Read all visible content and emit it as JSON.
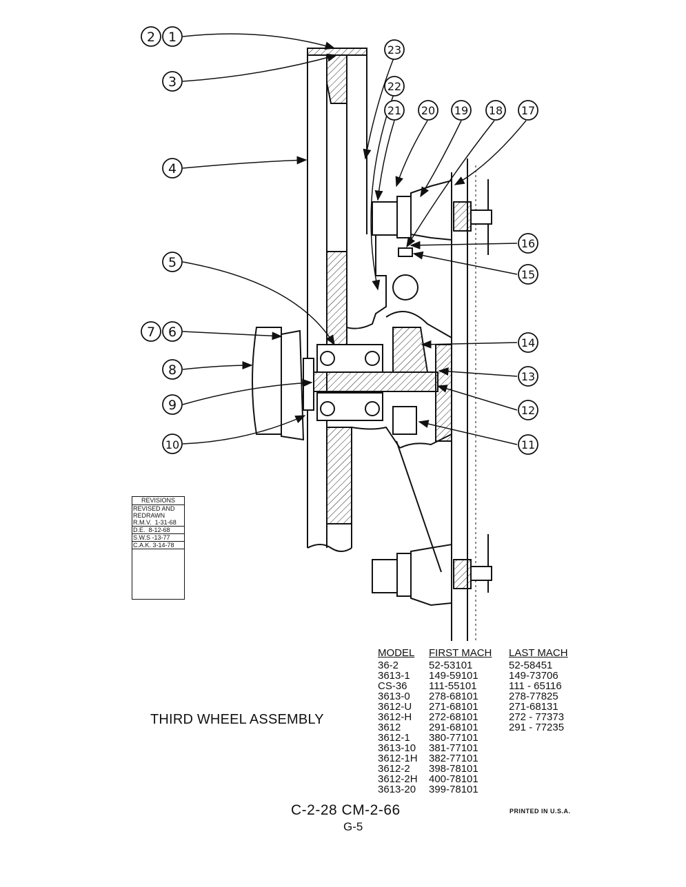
{
  "callouts": [
    "1",
    "2",
    "3",
    "4",
    "5",
    "6",
    "7",
    "8",
    "9",
    "10",
    "11",
    "12",
    "13",
    "14",
    "15",
    "16",
    "17",
    "18",
    "19",
    "20",
    "21",
    "22",
    "23"
  ],
  "revisions": {
    "header": "REVISIONS",
    "rows": [
      "REVISED AND\nREDRAWN\nR.M.V.  1-31-68",
      "D.E.  8-12-68",
      "S.W.S -13-77",
      "C.A.K. 3-14-78"
    ]
  },
  "title": "THIRD WHEEL ASSEMBLY",
  "models_table": {
    "headers": [
      "MODEL",
      "FIRST MACH",
      "LAST MACH"
    ],
    "model": [
      "36-2",
      "3613-1",
      "CS-36",
      "3613-0",
      "3612-U",
      "3612-H",
      "3612",
      "3612-1",
      "3613-10",
      "3612-1H",
      "3612-2",
      "3612-2H",
      "3613-20"
    ],
    "first_mach": [
      "52-53101",
      "149-59101",
      "111-55101",
      "278-68101",
      "271-68101",
      "272-68101",
      "291-68101",
      "380-77101",
      "381-77101",
      "382-77101",
      "398-78101",
      "400-78101",
      "399-78101"
    ],
    "last_mach": [
      "52-58451",
      "149-73706",
      "111 - 65116",
      "278-77825",
      "271-68131",
      "272 - 77373",
      "291 - 77235"
    ]
  },
  "footer": {
    "code": "C-2-28 CM-2-66",
    "page": "G-5",
    "printed": "PRINTED IN U.S.A."
  }
}
